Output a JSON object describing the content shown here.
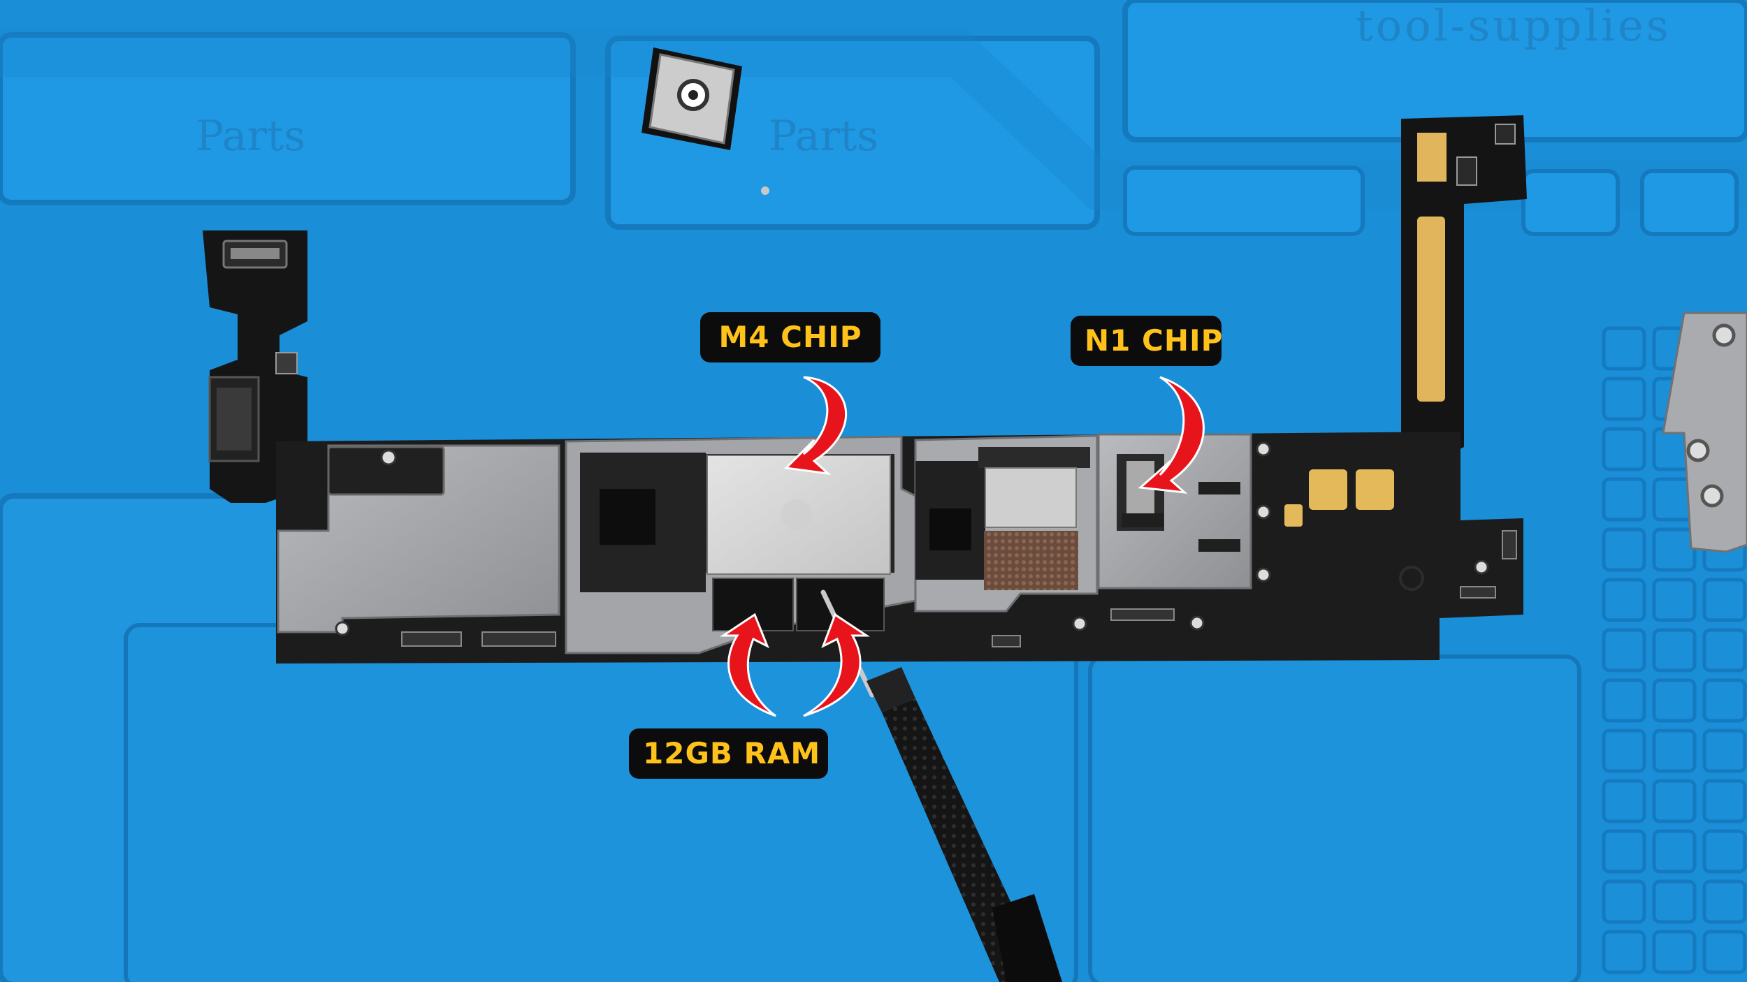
{
  "photo": {
    "labels": {
      "m4": "M4 CHIP",
      "n1": "N1 CHIP",
      "ram": "12GB RAM"
    },
    "mat_text": {
      "parts_left": "Parts",
      "parts_right": "Parts",
      "brand": "tool-supplies"
    },
    "colors": {
      "mat": "#1a8fd8",
      "board": "#1c1c1c",
      "shield": "#a7a9ac",
      "label_bg": "#0c0c0c",
      "label_text": "#ffc21a",
      "arrow": "#e8141c",
      "pads": "#e3b95a"
    }
  }
}
